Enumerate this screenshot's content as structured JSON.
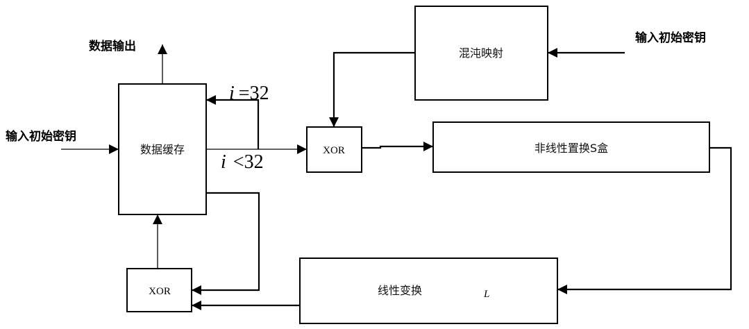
{
  "diagram": {
    "nodes": {
      "data_cache": "数据缓存",
      "xor_top": "XOR",
      "chaos_map": "混沌映射",
      "sbox": "非线性置换S盒",
      "linear": "线性变换",
      "linear_symbol": "L",
      "xor_bottom": "XOR"
    },
    "labels": {
      "data_output": "数据输出",
      "input_key_left": "输入初始密钥",
      "input_key_right": "输入初始密钥",
      "cond_eq_var": "i",
      "cond_eq_op": "=32",
      "cond_lt_var": "i",
      "cond_lt_op": "<32"
    },
    "edges": [
      {
        "from": "input_key_left",
        "to": "data_cache"
      },
      {
        "from": "data_cache",
        "to": "data_output"
      },
      {
        "from": "data_cache",
        "to": "data_cache",
        "label": "i=32"
      },
      {
        "from": "data_cache",
        "to": "xor_top",
        "label": "i<32"
      },
      {
        "from": "input_key_right",
        "to": "chaos_map"
      },
      {
        "from": "chaos_map",
        "to": "xor_top"
      },
      {
        "from": "xor_top",
        "to": "sbox"
      },
      {
        "from": "sbox",
        "to": "linear"
      },
      {
        "from": "linear",
        "to": "xor_bottom"
      },
      {
        "from": "data_cache",
        "to": "xor_bottom"
      },
      {
        "from": "xor_bottom",
        "to": "data_cache"
      }
    ]
  }
}
